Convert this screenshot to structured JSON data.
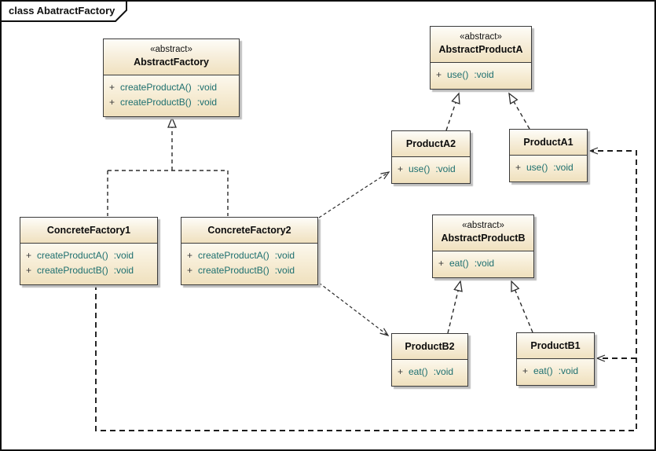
{
  "frame": {
    "title": "class AbatractFactory"
  },
  "colors": {
    "box_fill_top": "#fefdf8",
    "box_fill_bottom": "#efe0bd",
    "box_border": "#3a3a3a",
    "method_text": "#1d6f6f",
    "line": "#2b2b2b",
    "shadow": "#bdbdbd"
  },
  "classes": [
    {
      "key": "AbstractFactory",
      "stereotype": "«abstract»",
      "name": "AbstractFactory",
      "methods": [
        {
          "vis": "+",
          "sig": "createProductA()",
          "ret": ":void"
        },
        {
          "vis": "+",
          "sig": "createProductB()",
          "ret": ":void"
        }
      ]
    },
    {
      "key": "AbstractProductA",
      "stereotype": "«abstract»",
      "name": "AbstractProductA",
      "methods": [
        {
          "vis": "+",
          "sig": "use()",
          "ret": ":void"
        }
      ]
    },
    {
      "key": "ProductA2",
      "name": "ProductA2",
      "methods": [
        {
          "vis": "+",
          "sig": "use()",
          "ret": ":void"
        }
      ]
    },
    {
      "key": "ProductA1",
      "name": "ProductA1",
      "methods": [
        {
          "vis": "+",
          "sig": "use()",
          "ret": ":void"
        }
      ]
    },
    {
      "key": "AbstractProductB",
      "stereotype": "«abstract»",
      "name": "AbstractProductB",
      "methods": [
        {
          "vis": "+",
          "sig": "eat()",
          "ret": ":void"
        }
      ]
    },
    {
      "key": "ProductB2",
      "name": "ProductB2",
      "methods": [
        {
          "vis": "+",
          "sig": "eat()",
          "ret": ":void"
        }
      ]
    },
    {
      "key": "ProductB1",
      "name": "ProductB1",
      "methods": [
        {
          "vis": "+",
          "sig": "eat()",
          "ret": ":void"
        }
      ]
    },
    {
      "key": "ConcreteFactory1",
      "name": "ConcreteFactory1",
      "methods": [
        {
          "vis": "+",
          "sig": "createProductA()",
          "ret": ":void"
        },
        {
          "vis": "+",
          "sig": "createProductB()",
          "ret": ":void"
        }
      ]
    },
    {
      "key": "ConcreteFactory2",
      "name": "ConcreteFactory2",
      "methods": [
        {
          "vis": "+",
          "sig": "createProductA()",
          "ret": ":void"
        },
        {
          "vis": "+",
          "sig": "createProductB()",
          "ret": ":void"
        }
      ]
    }
  ],
  "relationships": [
    {
      "type": "realization",
      "from": "ConcreteFactory1",
      "to": "AbstractFactory"
    },
    {
      "type": "realization",
      "from": "ConcreteFactory2",
      "to": "AbstractFactory"
    },
    {
      "type": "realization",
      "from": "ProductA2",
      "to": "AbstractProductA"
    },
    {
      "type": "realization",
      "from": "ProductA1",
      "to": "AbstractProductA"
    },
    {
      "type": "realization",
      "from": "ProductB2",
      "to": "AbstractProductB"
    },
    {
      "type": "realization",
      "from": "ProductB1",
      "to": "AbstractProductB"
    },
    {
      "type": "dependency",
      "from": "ConcreteFactory2",
      "to": "ProductA2"
    },
    {
      "type": "dependency",
      "from": "ConcreteFactory2",
      "to": "ProductB2"
    },
    {
      "type": "dependency",
      "from": "ConcreteFactory1",
      "to": "ProductA1"
    },
    {
      "type": "dependency",
      "from": "ConcreteFactory1",
      "to": "ProductB1"
    }
  ]
}
